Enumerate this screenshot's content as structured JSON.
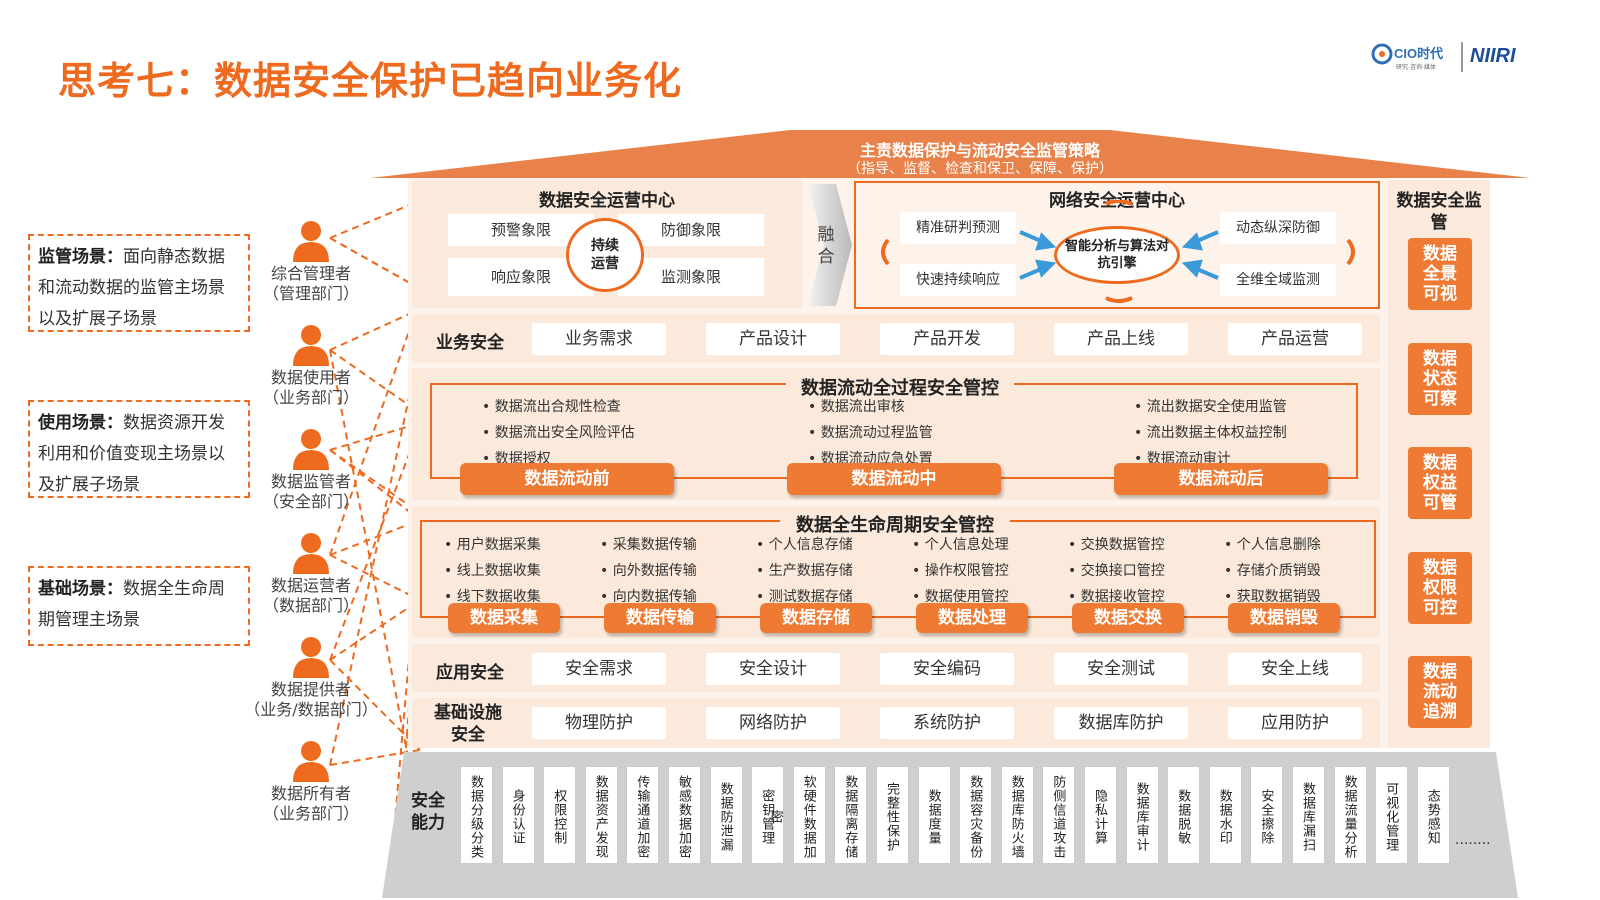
{
  "title": "思考七：数据安全保护已趋向业务化",
  "logo": {
    "brand1": "CIO时代",
    "brand1_sub": "研究·咨询·媒体",
    "brand2": "NIIRI"
  },
  "scenes": [
    {
      "bold": "监管场景：",
      "text": "面向静态数据和流动数据的监管主场景以及扩展子场景"
    },
    {
      "bold": "使用场景：",
      "text": "数据资源开发利用和价值变现主场景以及扩展子场景"
    },
    {
      "bold": "基础场景：",
      "text": "数据全生命周期管理主场景"
    }
  ],
  "persons": [
    {
      "name": "综合管理者",
      "dept": "（管理部门）"
    },
    {
      "name": "数据使用者",
      "dept": "（业务部门）"
    },
    {
      "name": "数据监管者",
      "dept": "（安全部门）"
    },
    {
      "name": "数据运营者",
      "dept": "（数据部门）"
    },
    {
      "name": "数据提供者",
      "dept": "（业务/数据部门）"
    },
    {
      "name": "数据所有者",
      "dept": "（业务部门）"
    }
  ],
  "roof": {
    "title": "主责数据保护与流动安全监管策略",
    "subtitle": "（指导、监督、检查和保卫、保障、保护）"
  },
  "ops_center": {
    "title": "数据安全运营中心",
    "quadrants": [
      "预警象限",
      "防御象限",
      "响应象限",
      "监测象限"
    ],
    "center": "持续运营"
  },
  "fusion": "融合",
  "net_center": {
    "title": "网络安全运营中心",
    "items": [
      "精准研判预测",
      "动态纵深防御",
      "快速持续响应",
      "全维全域监测"
    ],
    "center": "智能分析与算法对抗引擎"
  },
  "business_security": {
    "label": "业务安全",
    "items": [
      "业务需求",
      "产品设计",
      "产品开发",
      "产品上线",
      "产品运营"
    ]
  },
  "flow_control": {
    "title": "数据流动全过程安全管控",
    "columns": [
      {
        "bullets": [
          "数据流出合规性检查",
          "数据流出安全风险评估",
          "数据授权"
        ],
        "button": "数据流动前"
      },
      {
        "bullets": [
          "数据流出审核",
          "数据流动过程监管",
          "数据流动应急处置"
        ],
        "button": "数据流动中"
      },
      {
        "bullets": [
          "流出数据安全使用监管",
          "流出数据主体权益控制",
          "数据流动审计"
        ],
        "button": "数据流动后"
      }
    ]
  },
  "lifecycle": {
    "title": "数据全生命周期安全管控",
    "columns": [
      {
        "bullets": [
          "用户数据采集",
          "线上数据收集",
          "线下数据收集"
        ],
        "button": "数据采集"
      },
      {
        "bullets": [
          "采集数据传输",
          "向外数据传输",
          "向内数据传输"
        ],
        "button": "数据传输"
      },
      {
        "bullets": [
          "个人信息存储",
          "生产数据存储",
          "测试数据存储"
        ],
        "button": "数据存储"
      },
      {
        "bullets": [
          "个人信息处理",
          "操作权限管控",
          "数据使用管控"
        ],
        "button": "数据处理"
      },
      {
        "bullets": [
          "交换数据管控",
          "交换接口管控",
          "数据接收管控"
        ],
        "button": "数据交换"
      },
      {
        "bullets": [
          "个人信息删除",
          "存储介质销毁",
          "获取数据销毁"
        ],
        "button": "数据销毁"
      }
    ]
  },
  "app_security": {
    "label": "应用安全",
    "items": [
      "安全需求",
      "安全设计",
      "安全编码",
      "安全测试",
      "安全上线"
    ]
  },
  "infra_security": {
    "label": "基础设施安全",
    "items": [
      "物理防护",
      "网络防护",
      "系统防护",
      "数据库防护",
      "应用防护"
    ]
  },
  "capability": {
    "label": "安全能力",
    "items": [
      "数据分级分类",
      "身份认证",
      "权限控制",
      "数据资产发现",
      "传输通道加密",
      "敏感数据加密",
      "数据防泄漏",
      "密钥管理",
      "软硬件数据加密",
      "数据隔离存储",
      "完整性保护",
      "数据度量",
      "数据容灾备份",
      "数据库防火墙",
      "防侧信道攻击",
      "隐私计算",
      "数据库审计",
      "数据脱敏",
      "数据水印",
      "安全擦除",
      "数据库漏扫",
      "数据流量分析",
      "可视化管理",
      "态势感知"
    ],
    "more": "........"
  },
  "supervision": {
    "title": "数据安全监管",
    "items": [
      "数据全景可视",
      "数据状态可察",
      "数据权益可管",
      "数据权限可控",
      "数据流动追溯"
    ]
  },
  "colors": {
    "accent": "#ee6a1f",
    "panel": "#fbeadb",
    "roof": "#e8824a",
    "base": "#cfcfcf"
  }
}
